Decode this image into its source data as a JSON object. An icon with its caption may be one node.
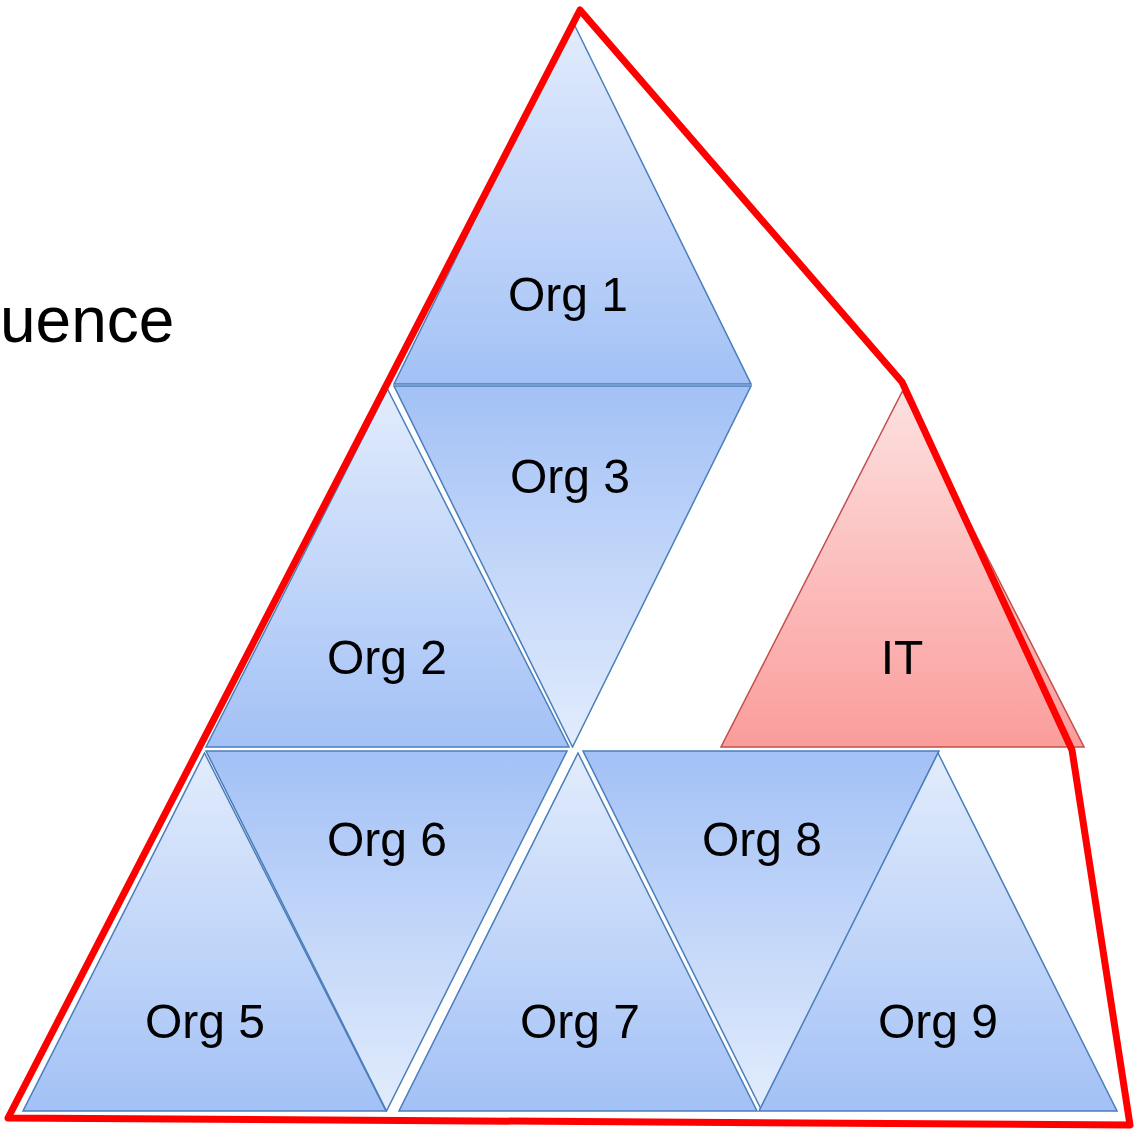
{
  "diagram": {
    "nodes": [
      {
        "text": [
          "Org 1"
        ]
      },
      {
        "text": [
          "Org 3"
        ]
      },
      {
        "text": [
          "Org 2"
        ]
      },
      {
        "text": [
          "IT"
        ]
      },
      {
        "text": [
          "Org 6"
        ]
      },
      {
        "text": [
          "Org 8"
        ]
      },
      {
        "text": [
          "Org 5"
        ]
      },
      {
        "text": [
          "Org 7"
        ]
      },
      {
        "text": [
          "Org 9"
        ]
      }
    ],
    "labels": [
      "uence"
    ]
  }
}
